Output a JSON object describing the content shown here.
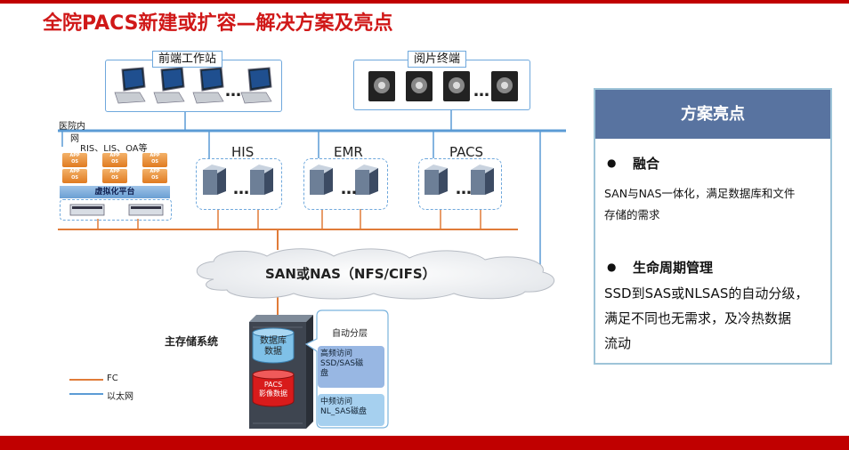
{
  "title": "全院PACS新建或扩容—解决方案及亮点",
  "frontend": {
    "label": "前端工作站",
    "more": "…"
  },
  "viewer": {
    "label": "阅片终端",
    "more": "…"
  },
  "hospital_net": {
    "line1": "医院内",
    "line2": "网"
  },
  "apps": {
    "label": "RIS、LIS、OA等",
    "vm_label": "APP\nOS",
    "platform": "虚拟化平台"
  },
  "clusters": [
    {
      "name": "HIS",
      "more": "…"
    },
    {
      "name": "EMR",
      "more": "…"
    },
    {
      "name": "PACS",
      "more": "…"
    }
  ],
  "san": {
    "label": "SAN或NAS（NFS/CIFS）"
  },
  "storage": {
    "label": "主存储系统",
    "db": "数据库\n数据",
    "pacs": "PACS\n影像数据",
    "tiering": "自动分层",
    "tier_high": "高频访问\nSSD/SAS磁\n盘",
    "tier_mid": "中频访问\nNL_SAS磁盘"
  },
  "legend": {
    "fc": "FC",
    "eth": "以太网",
    "fc_color": "#e07b39",
    "eth_color": "#5b9bd5"
  },
  "highlights": {
    "header": "方案亮点",
    "items": [
      {
        "bullet": "●",
        "title": "融合",
        "text": [
          "SAN与NAS一体化，满足数据库和文件",
          "存储的需求"
        ]
      },
      {
        "bullet": "●",
        "title": "生命周期管理",
        "text": [
          "SSD到SAS或NLSAS的自动分级，",
          "满足不同也无需求，及冷热数据",
          "流动"
        ]
      }
    ]
  }
}
